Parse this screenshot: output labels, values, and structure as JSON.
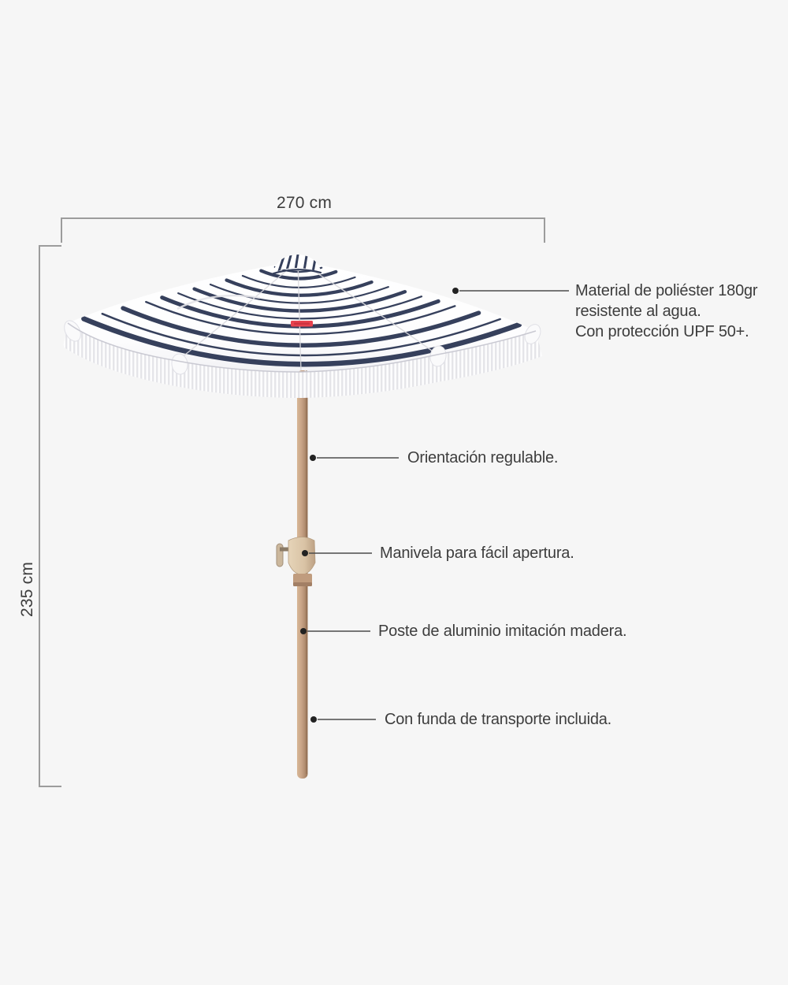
{
  "image": {
    "description": "Annotated product diagram of a fringed beach umbrella with navy stripes",
    "background": "#f6f6f6"
  },
  "dimensions": {
    "width_label": "270 cm",
    "height_label": "235 cm"
  },
  "callouts": {
    "material": {
      "line1": "Material de poliéster 180gr",
      "line2": "resistente al agua.",
      "line3": "Con protección UPF 50+."
    },
    "orientation": {
      "text": "Orientación regulable."
    },
    "crank": {
      "text": "Manivela para fácil apertura."
    },
    "pole": {
      "text": "Poste de aluminio imitación madera."
    },
    "bag": {
      "text": "Con funda de transporte incluida."
    }
  },
  "colors": {
    "background": "#f6f6f6",
    "canopy_white": "#fdfdfe",
    "stripe_navy": "#36405c",
    "pole_tan": "#c9a588",
    "crank_beige": "#dcc7aa",
    "brand_label_red": "#e8424e",
    "annotation_text": "#3d3d3d",
    "callout_line": "#4b4b4b",
    "dimension_line": "#9c9c9c"
  }
}
